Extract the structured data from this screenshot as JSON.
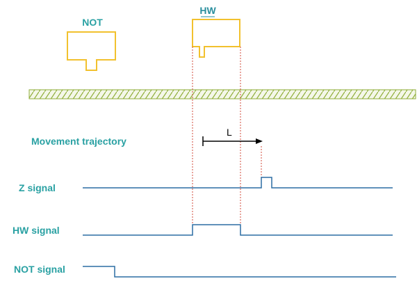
{
  "labels": {
    "not_switch": "NOT",
    "hw_switch": "HW",
    "trajectory": "Movement trajectory",
    "distance": "L",
    "z_signal": "Z signal",
    "hw_signal": "HW  signal",
    "not_signal": "NOT signal"
  },
  "colors": {
    "switch_outline": "#f2c12e",
    "label_teal": "#2aa1a3",
    "hw_label": "#2a8f9e",
    "signal_line": "#2b6da3",
    "guide_red": "#d04a3a",
    "rail_stroke": "#8fae3a",
    "rail_fill": "#f4f7e8",
    "arrow": "#000000"
  }
}
